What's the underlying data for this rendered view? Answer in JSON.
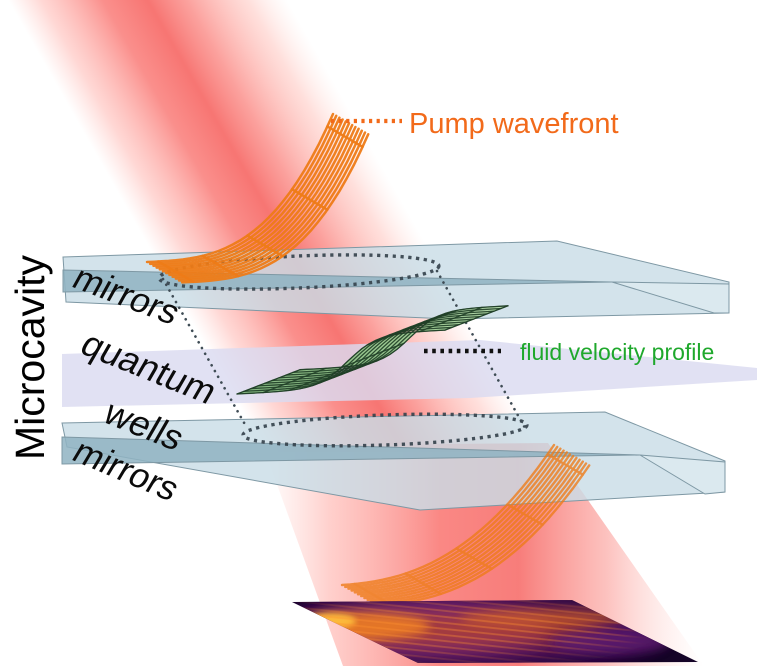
{
  "diagram": {
    "labels": {
      "pump_wavefront": "Pump wavefront",
      "fluid_velocity_profile": "fluid velocity profile",
      "microcavity": "Microcavity",
      "top_mirror": "mirrors",
      "quantum_wells_line1": "quantum",
      "quantum_wells_line2": "wells",
      "bottom_mirror": "mirrors"
    },
    "colors": {
      "pump_label": "#f26a1a",
      "pump_mesh": "#ee7b17",
      "fluid_label": "#1fa82c",
      "fluid_mesh_line": "#203f27",
      "fluid_mesh_fill_light": "#c8e6bd",
      "fluid_mesh_fill_dark": "#7fb27b",
      "beam_core": "#f66663",
      "mirror_top_face": "#c9dde6",
      "mirror_front_face": "#bdd5df",
      "mirror_dark_strip": "#8fb3c2",
      "mirror_wedge": "#dbe9ef",
      "quantum_well_plane": "#dbdaf0",
      "dotted_outline": "#36434d",
      "heatmap_background": "#150427",
      "heatmap_hot": "#f08020"
    }
  }
}
